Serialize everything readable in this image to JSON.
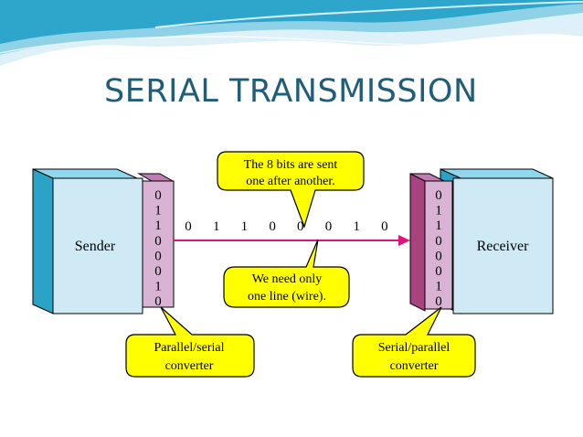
{
  "slide": {
    "title": "SERIAL TRANSMISSION"
  },
  "diagram": {
    "sender_label": "Sender",
    "receiver_label": "Receiver",
    "sender_bits": [
      "0",
      "1",
      "1",
      "0",
      "0",
      "0",
      "1",
      "0"
    ],
    "receiver_bits": [
      "0",
      "1",
      "1",
      "0",
      "0",
      "0",
      "1",
      "0"
    ],
    "line_bits": [
      "0",
      "1",
      "1",
      "0",
      "0",
      "0",
      "1",
      "0"
    ],
    "callout_top": {
      "line1": "The 8 bits are sent",
      "line2": "one after another."
    },
    "callout_middle": {
      "line1": "We need only",
      "line2": "one line (wire)."
    },
    "callout_left": {
      "line1": "Parallel/serial",
      "line2": "converter"
    },
    "callout_right": {
      "line1": "Serial/parallel",
      "line2": "converter"
    }
  },
  "colors": {
    "title": "#1f5d7a",
    "box_front": "#cfeaf5",
    "box_side": "#2aa3c6",
    "converter": "#d9b3d4",
    "converter_side": "#a8437f",
    "line": "#e0147a",
    "callout": "#ffff00"
  }
}
